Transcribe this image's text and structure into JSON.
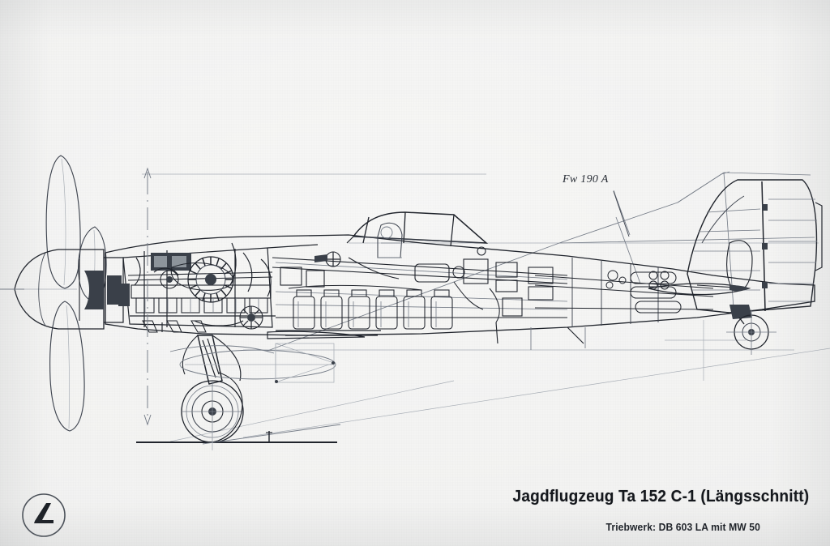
{
  "document": {
    "kind": "technical-cutaway-drawing",
    "medium": "scanned print on paper",
    "subject": "Ta 152 C-1 fighter aircraft longitudinal section"
  },
  "captions": {
    "title": "Jagdflugzeug Ta 152 C-1   (Längsschnitt)",
    "subtitle": "Triebwerk: DB 603 LA mit MW 50"
  },
  "annotations": {
    "comparison_outline": "Fw 190 A",
    "angle_mark": ""
  },
  "logo": {
    "name": "publisher-roundel",
    "glyph": "L"
  },
  "colors": {
    "paper": "#f3f3f2",
    "ink": "#20242c",
    "ink_mid": "#3f4550",
    "ink_light": "#767d88",
    "ink_faint": "#a8aeb6",
    "caption": "#14171c"
  },
  "drawing_elements": {
    "propeller": "three-blade constant-speed propeller with spinner",
    "engine": "inverted V-12 liquid cooled engine with supercharger",
    "cockpit": "pressurised canopy with pilot seat and armour",
    "fuselage": "monocoque fuselage with equipment bays and oxygen bottles",
    "empennage": "enlarged vertical fin and rudder with ribs, horizontal stabiliser",
    "landing_gear": "retractable main gear with wheel and tail wheel",
    "external_store": "centreline drop tank outline",
    "reference_lines": "vertical dimension line, ground line, centreline"
  }
}
